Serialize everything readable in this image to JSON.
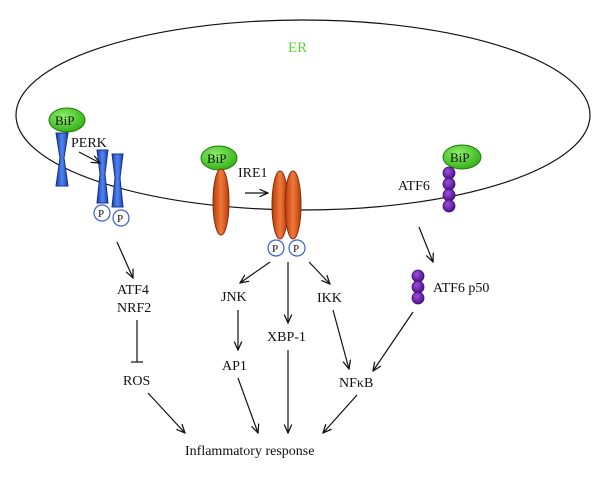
{
  "compartment": {
    "label": "ER"
  },
  "chaperone": {
    "label": "BiP"
  },
  "phospho": {
    "label": "P"
  },
  "sensors": {
    "perk": "PERK",
    "ire1": "IRE1",
    "atf6": "ATF6"
  },
  "nodes": {
    "atf4": "ATF4",
    "nrf2": "NRF2",
    "ros": "ROS",
    "jnk": "JNK",
    "ap1": "AP1",
    "xbp1": "XBP-1",
    "ikk": "IKK",
    "nfkb": "NFκB",
    "atf6_p50": "ATF6 p50",
    "inflammatory": "Inflammatory response"
  },
  "colors": {
    "bip": "#3fc41f",
    "perk": "#2f5fd8",
    "ire1": "#e0521a",
    "atf6": "#6a1fa8",
    "phospho_ring": "#3a5fd0",
    "er_label": "#5fcf3a"
  }
}
